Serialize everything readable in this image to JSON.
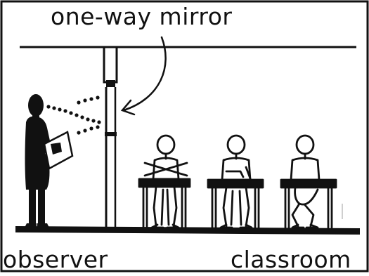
{
  "labels": {
    "mirror": "one-way mirror",
    "observer": "observer",
    "classroom": "classroom"
  },
  "colors": {
    "ink": "#111111",
    "background": "#ffffff"
  }
}
